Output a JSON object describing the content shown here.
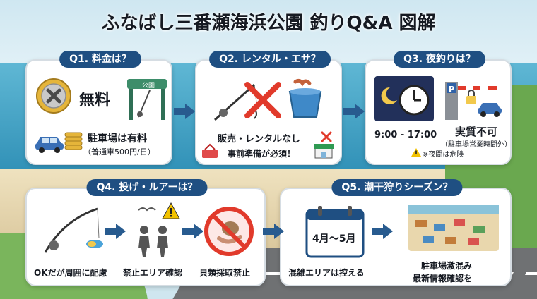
{
  "title": "ふなばし三番瀬海浜公園 釣りQ&A 図解",
  "cards": {
    "q1": {
      "heading": "Q1. 料金は？",
      "free_label": "無料",
      "sign_label": "公園",
      "parking_label": "駐車場は有料",
      "parking_sub": "（普通車500円/日）"
    },
    "q2": {
      "heading": "Q2. レンタル・エサ？",
      "rental_label": "販売・レンタルなし",
      "prep_label": "事前準備が必須！"
    },
    "q3": {
      "heading": "Q3. 夜釣りは？",
      "hours": "9:00 - 17:00",
      "status": "実質不可",
      "status_sub": "（駐車場営業時間外）",
      "warning": "※夜間は危険"
    },
    "q4": {
      "heading": "Q4. 投げ・ルアーは？",
      "ok_label": "OKだが周囲に配慮",
      "area_label": "禁止エリア確認",
      "shell_label": "貝類採取禁止"
    },
    "q5": {
      "heading": "Q5. 潮干狩りシーズン？",
      "calendar": "4月〜5月",
      "avoid_label": "混雑エリアは控える",
      "crowd_label": "駐車場激混み",
      "info_label": "最新情報確認を"
    }
  },
  "colors": {
    "navy": "#1f4f82",
    "red": "#e13a2b",
    "gold": "#e5b53a",
    "car_blue": "#3a6fb5"
  }
}
